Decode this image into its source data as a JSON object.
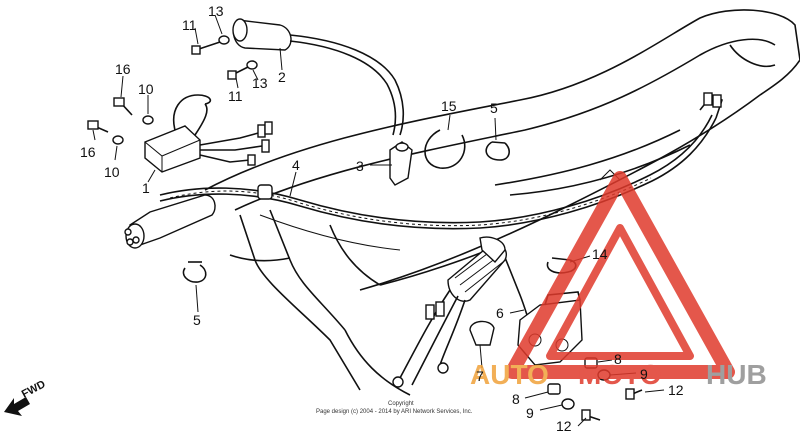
{
  "callouts": {
    "c1": "1",
    "c2": "2",
    "c3": "3",
    "c4": "4",
    "c5a": "5",
    "c5b": "5",
    "c6": "6",
    "c7": "7",
    "c8a": "8",
    "c8b": "8",
    "c9a": "9",
    "c9b": "9",
    "c10a": "10",
    "c10b": "10",
    "c11a": "11",
    "c11b": "11",
    "c12a": "12",
    "c12b": "12",
    "c13a": "13",
    "c13b": "13",
    "c14": "14",
    "c15": "15",
    "c16a": "16",
    "c16b": "16"
  },
  "fwd_label": "FWD",
  "copyright": {
    "line1": "Copyright",
    "line2": "Page design (c) 2004 - 2014 by ARI Network Services, Inc."
  },
  "watermark": {
    "auto": "AUTO",
    "moto": "MOTO",
    "hub": "HUB"
  },
  "colors": {
    "watermark_red": "#e03a2c",
    "watermark_orange": "#f0a23a",
    "watermark_gray": "#8f8f8f"
  }
}
